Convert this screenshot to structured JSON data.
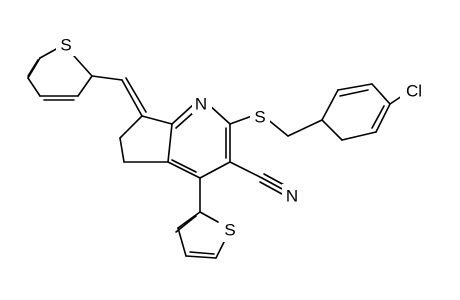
{
  "atoms": {
    "s_top": "S",
    "n_ring": "N",
    "s_link": "S",
    "cl": "Cl",
    "n_nitrile": "N",
    "s_bottom": "S"
  },
  "colors": {
    "bond": "#000000",
    "label": "#000000",
    "background": "#ffffff"
  }
}
